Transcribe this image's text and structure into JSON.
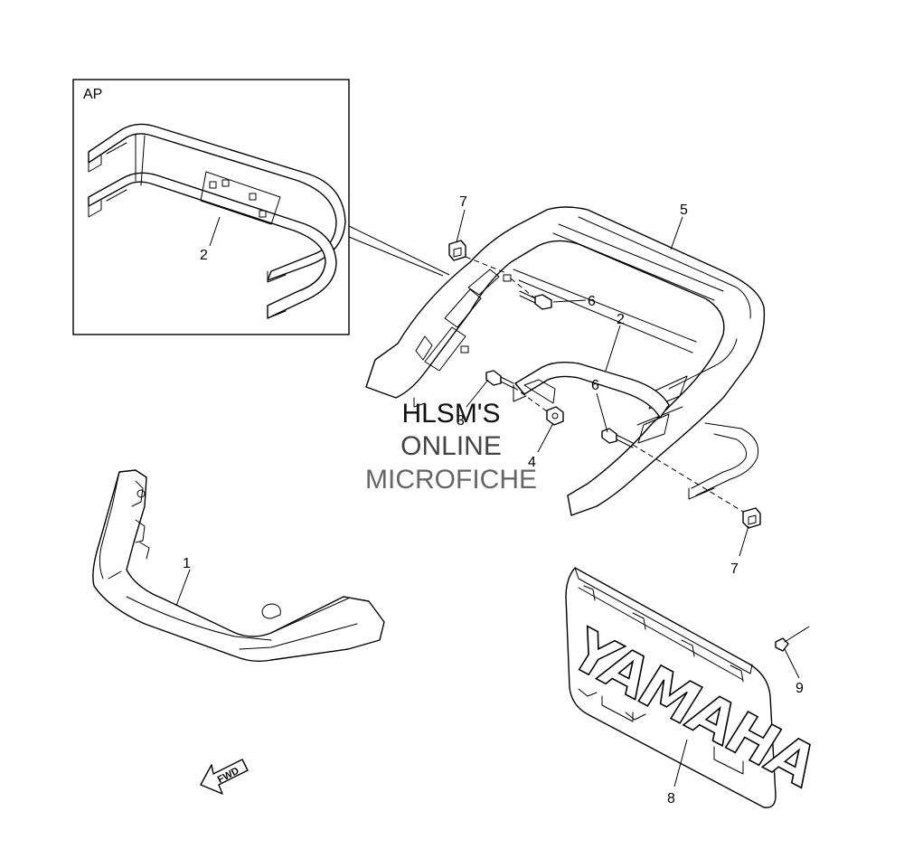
{
  "inset": {
    "label": "AP",
    "callout": "2"
  },
  "callouts": {
    "c1": "1",
    "c2": "2",
    "c3": "3",
    "c4": "4",
    "c5": "5",
    "c6a": "6",
    "c6b": "6",
    "c7a": "7",
    "c7b": "7",
    "c8": "8",
    "c9": "9"
  },
  "watermark": {
    "line1": "HLSM'S",
    "line2": "ONLINE",
    "line3": "MICROFICHE"
  },
  "colors": {
    "wm1": "#111111",
    "wm2": "#444444",
    "wm3": "#666666"
  },
  "flap_logo": "YAMAHA",
  "fwd_label": "FWD"
}
